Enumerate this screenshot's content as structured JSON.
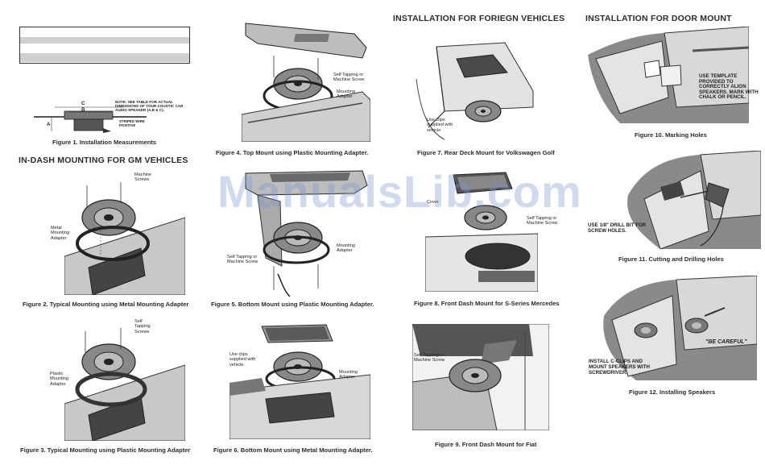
{
  "headings": {
    "gm": "IN-DASH MOUNTING FOR GM VEHICLES",
    "foreign": "INSTALLATION FOR FORIEGN VEHICLES",
    "door": "INSTALLATION FOR DOOR MOUNT"
  },
  "watermark": "ManualsLib.com",
  "figures": {
    "f1": {
      "caption": "Figure 1. Installation Measurements",
      "labels": {
        "c": "C",
        "b": "B",
        "a": "A",
        "note": "NOTE: SEE TABLE FOR ACTUAL DIMENSIONS OF YOUR COUSTIC CAR AUDIO SPEAKER (A,B & C).",
        "striped": "STRIPED WIRE POSITIVE"
      }
    },
    "f2": {
      "caption": "Figure 2. Typical Mounting using Metal Mounting Adapter",
      "labels": {
        "screws": "Machine Screws",
        "adapter": "Metal Mounting Adapter"
      }
    },
    "f3": {
      "caption": "Figure 3. Typical Mounting using Plastic Mounting Adapter",
      "labels": {
        "screws": "Self Tapping Screws",
        "adapter": "Plastic Mounting Adapter"
      }
    },
    "f4": {
      "caption": "Figure 4. Top Mount using Plastic Mounting Adapter.",
      "labels": {
        "screws": "Self Tapping or Machine Screw",
        "adapter": "Mounting Adapter"
      }
    },
    "f5": {
      "caption": "Figure 5. Bottom Mount using Plastic Mounting Adapter.",
      "labels": {
        "screws": "Self Tapping or Machine Screw",
        "adapter": "Mounting Adapter"
      }
    },
    "f6": {
      "caption": "Figure 6. Bottom Mount using Metal Mounting Adapter.",
      "labels": {
        "clips": "Use clips supplied with vehicle",
        "adapter": "Mounting Adapter"
      }
    },
    "f7": {
      "caption": "Figure 7. Rear Deck Mount for Volkswagen Golf",
      "labels": {
        "clips": "Use clips supplied with vehicle"
      }
    },
    "f8": {
      "caption": "Figure 8. Front Dash Mount for S-Series Mercedes",
      "labels": {
        "cover": "Cover",
        "screws": "Self Tapping or Machine Screw"
      }
    },
    "f9": {
      "caption": "Figure 9. Front Dash Mount for Fiat",
      "labels": {
        "screws": "Self Tapping or Machine Screw"
      }
    },
    "f10": {
      "caption": "Figure 10. Marking Holes",
      "labels": {
        "template": "USE TEMPLATE PROVIDED TO CORRECTLY ALIGN SPEAKERS. MARK WITH CHALK OR PENCIL."
      }
    },
    "f11": {
      "caption": "Figure 11. Cutting and Drilling Holes",
      "labels": {
        "drill": "USE 1/8\" DRILL BIT FOR SCREW HOLES."
      }
    },
    "f12": {
      "caption": "Figure 12. Installing Speakers",
      "labels": {
        "careful": "\"BE CAREFUL\"",
        "clips": "INSTALL C-CLIPS AND MOUNT SPEAKERS WITH SCREWDRIVER."
      }
    }
  }
}
